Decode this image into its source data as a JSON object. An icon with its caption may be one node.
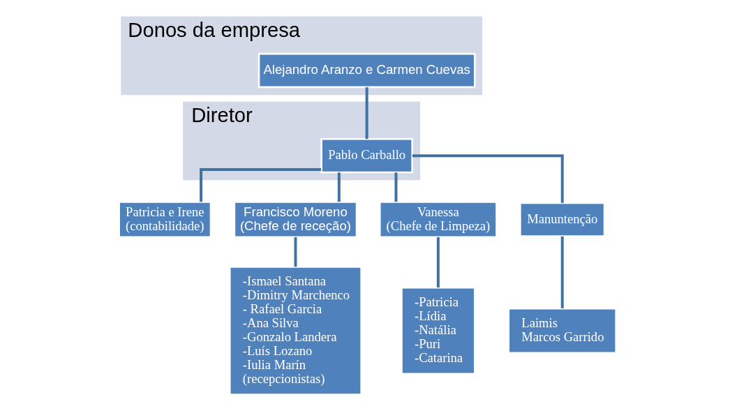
{
  "diagram": {
    "nodes": [
      {
        "text": [
          "Donos da empresa"
        ]
      },
      {
        "text": [
          "Alejandro Aranzo e Carmen Cuevas"
        ],
        "in": 0
      },
      {
        "text": [
          "Diretor"
        ]
      },
      {
        "text": [
          "Pablo Carballo"
        ],
        "in": 2
      },
      {
        "text": [
          "Patricia e Irene",
          "(contabilidade)"
        ]
      },
      {
        "text": [
          "Francisco Moreno",
          "(Chefe de receção)"
        ]
      },
      {
        "text": [
          "Vanessa",
          "(Chefe de Limpeza)"
        ]
      },
      {
        "text": [
          "Manuntenção"
        ]
      },
      {
        "text": [
          "-Ismael Santana",
          "-Dimitry Marchenco",
          "- Rafael Garcia",
          "-Ana Silva",
          "-Gonzalo Landera",
          "-Luís Lozano",
          "-Iulia Marín",
          "(recepcionistas)"
        ]
      },
      {
        "text": [
          "-Patricia",
          "-Lídia",
          "-Natália",
          "-Puri",
          "-Catarina"
        ]
      },
      {
        "text": [
          "Laimis",
          "Marcos Garrido"
        ]
      }
    ],
    "edges": [
      {
        "from": 1,
        "to": 3,
        "arrow": "none"
      },
      {
        "from": 3,
        "to": 4,
        "arrow": "none"
      },
      {
        "from": 3,
        "to": 5,
        "arrow": "none"
      },
      {
        "from": 3,
        "to": 6,
        "arrow": "none"
      },
      {
        "from": 3,
        "to": 7,
        "arrow": "none"
      },
      {
        "from": 5,
        "to": 8,
        "arrow": "none"
      },
      {
        "from": 6,
        "to": 9,
        "arrow": "none"
      },
      {
        "from": 7,
        "to": 10,
        "arrow": "none"
      }
    ]
  }
}
